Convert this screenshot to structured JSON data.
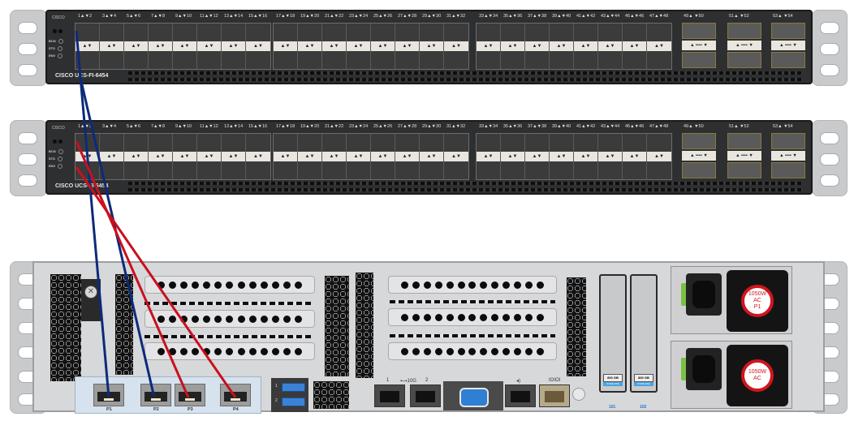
{
  "switch_a": {
    "model_label": "CISCO UCS-FI-6454",
    "logo": "CISCO",
    "leds": [
      "BCN",
      "STS",
      "ENV"
    ],
    "port_pair_labels": [
      "1▲▼2",
      "3▲▼4",
      "5▲▼6",
      "7▲▼8",
      "9▲▼10",
      "11▲▼12",
      "13▲▼14",
      "15▲▼16",
      "17▲▼18",
      "19▲▼20",
      "21▲▼22",
      "23▲▼24",
      "25▲▼26",
      "27▲▼28",
      "29▲▼30",
      "31▲▼32",
      "33▲▼34",
      "35▲▼36",
      "37▲▼38",
      "39▲▼40",
      "41▲▼42",
      "43▲▼44",
      "45▲▼46",
      "47▲▼48"
    ],
    "uplink_labels": [
      "49▲  ▼50",
      "51▲  ▼52",
      "53▲  ▼54"
    ]
  },
  "switch_b": {
    "model_label": "CISCO UCS-FI-6454",
    "logo": "CISCO",
    "leds": [
      "BCN",
      "STS",
      "ENV"
    ],
    "port_pair_labels": [
      "1▲▼2",
      "3▲▼4",
      "5▲▼6",
      "7▲▼8",
      "9▲▼10",
      "11▲▼12",
      "13▲▼14",
      "15▲▼16",
      "17▲▼18",
      "19▲▼20",
      "21▲▼22",
      "23▲▼24",
      "25▲▼26",
      "27▲▼28",
      "29▲▼30",
      "31▲▼32",
      "33▲▼34",
      "35▲▼36",
      "37▲▼38",
      "39▲▼40",
      "41▲▼42",
      "43▲▼44",
      "45▲▼46",
      "47▲▼48"
    ],
    "uplink_labels": [
      "49▲  ▼50",
      "51▲  ▼52",
      "53▲  ▼54"
    ]
  },
  "server": {
    "nic_ports": [
      "P1",
      "P2",
      "P3",
      "P4"
    ],
    "usb_labels": [
      "1",
      "2"
    ],
    "rear_io_labels": {
      "lan1": "1",
      "ten_g": "⟷10G",
      "lan2": "2",
      "vga": "VGA",
      "mgmt": "◂)",
      "serial": "IOIOI"
    },
    "drives": [
      {
        "capacity": "800 GB",
        "type": "NVME SSD",
        "slot": "101"
      },
      {
        "capacity": "800 GB",
        "type": "NVME SSD",
        "slot": "102"
      }
    ],
    "psus": [
      {
        "label_line1": "1050W AC",
        "label_line2": "P1"
      },
      {
        "label_line1": "1050W AC",
        "label_line2": ""
      }
    ]
  },
  "cables": [
    {
      "from": "Switch A port 1",
      "to": "Server P1",
      "color": "#0d2a7a"
    },
    {
      "from": "Switch B port 1",
      "to": "Server P2",
      "color": "#0d2a7a"
    },
    {
      "from": "Switch B port 1",
      "to": "Server P3",
      "color": "#c8101e"
    },
    {
      "from": "Switch B port 2",
      "to": "Server P4",
      "color": "#c8101e"
    }
  ],
  "colors": {
    "cable_fabric_a": "#0d2a7a",
    "cable_fabric_b": "#c8101e",
    "psu_ring": "#d0161e",
    "latch": "#7ac143",
    "usb": "#3b82d6"
  }
}
